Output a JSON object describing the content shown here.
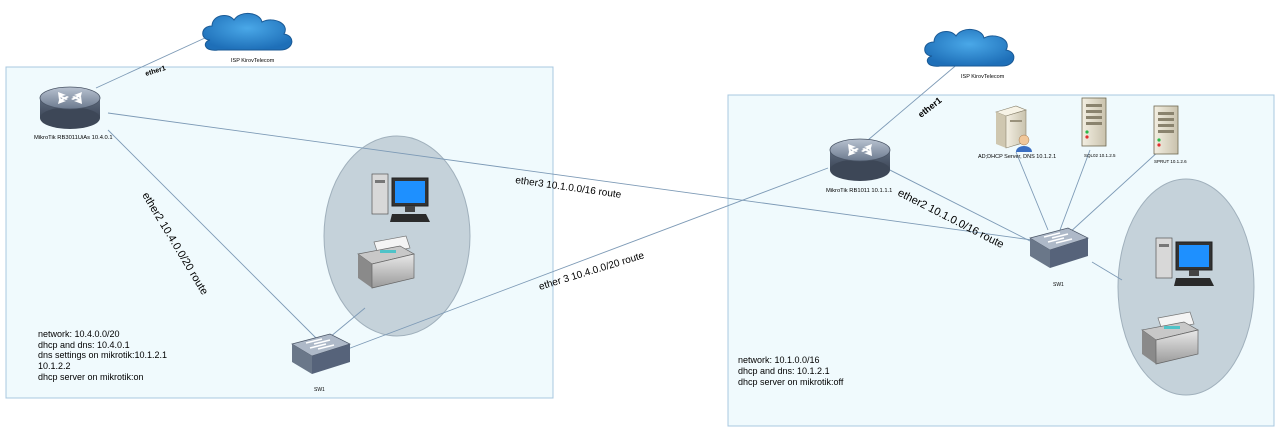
{
  "left_site": {
    "isp_label": "ISP KirovTelecom",
    "uplink_label": "ether1",
    "router_label": "MikroTik RB3011UiAs 10.4.0.1",
    "switch_label": "SW1",
    "link_router_switch": "ether2 10.4.0.0/20 route",
    "info_lines": [
      "network: 10.4.0.0/20",
      "dhcp and dns: 10.4.0.1",
      "dns settings on mikrotik:10.1.2.1",
      "10.1.2.2",
      "dhcp server on mikrotik:on"
    ]
  },
  "right_site": {
    "isp_label": "ISP KirovTelecom",
    "uplink_label": "ether1",
    "router_label": "MikroTik RB1011 10.1.1.1",
    "switch_label": "SW1",
    "link_router_switch": "ether2 10.1.0.0/16 route",
    "server_ad_label": "AD;DHCP Server, DNS 10.1.2.1",
    "server_sql_label": "SQL02 10.1.2.5",
    "server_sprut_label": "SPRUT 10.1.2.6",
    "info_lines": [
      "network: 10.1.0.0/16",
      "dhcp and dns: 10.1.2.1",
      "dhcp server on mikrotik:off"
    ]
  },
  "links": {
    "left_to_right": "ether3 10.1.0.0/16 route",
    "right_to_left": "ether 3 10.4.0.0/20 route"
  }
}
